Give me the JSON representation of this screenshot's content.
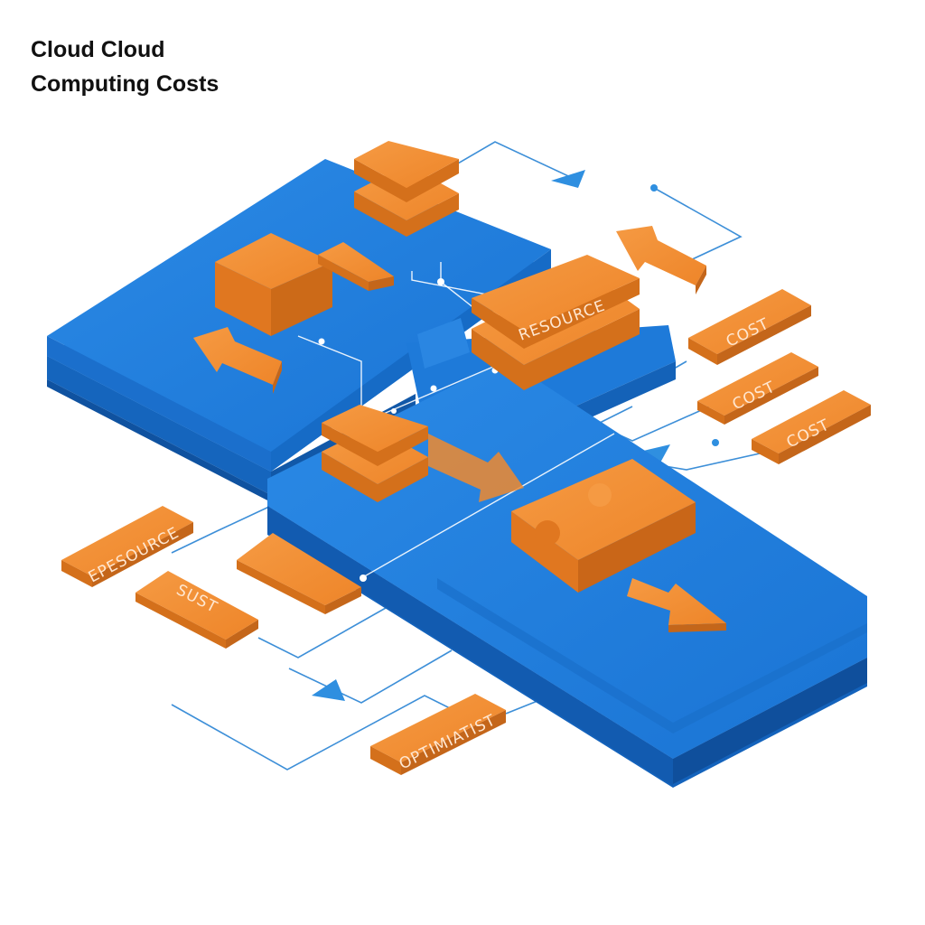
{
  "title": {
    "line1": "Cloud Cloud",
    "line2": "Computing Costs"
  },
  "labels": {
    "resource": "RESOURCE",
    "cost_1": "COST",
    "cost_2": "COST",
    "cost_3": "COST",
    "epesource": "EPESOURCE",
    "sust": "SUST",
    "optimiatist": "OPTIMIATIST"
  },
  "colors": {
    "platform_blue": "#1f7fde",
    "platform_side": "#1565bd",
    "block_orange": "#f08a2e",
    "block_side": "#d4701b",
    "wire_blue": "#3d8fd8"
  }
}
